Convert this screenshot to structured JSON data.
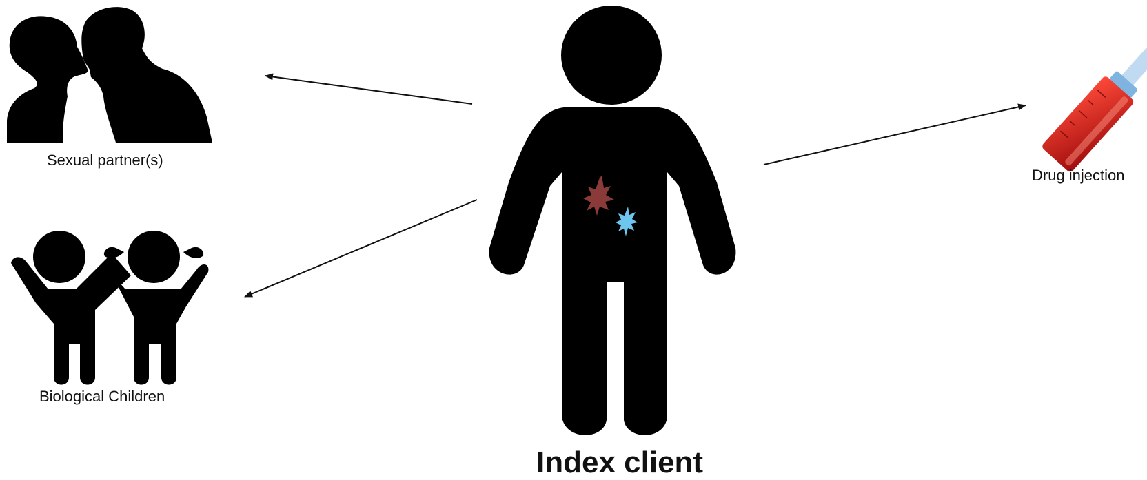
{
  "diagram": {
    "nodes": {
      "index_client": {
        "label": "Index client",
        "icon": "person-icon"
      },
      "sexual_partners": {
        "label": "Sexual partner(s)",
        "icon": "kissing-couple-icon"
      },
      "biological_children": {
        "label": "Biological Children",
        "icon": "children-icon"
      },
      "drug_injection": {
        "label": "Drug injection",
        "icon": "syringe-icon"
      }
    },
    "edges": [
      {
        "from": "index_client",
        "to": "sexual_partners"
      },
      {
        "from": "index_client",
        "to": "biological_children"
      },
      {
        "from": "index_client",
        "to": "drug_injection"
      }
    ],
    "colors": {
      "silhouette": "#000000",
      "infection_red": "#8b3a3a",
      "infection_blue": "#6ec6ef",
      "syringe_red": "#d21a1a",
      "syringe_blue": "#7fb3e0"
    }
  }
}
